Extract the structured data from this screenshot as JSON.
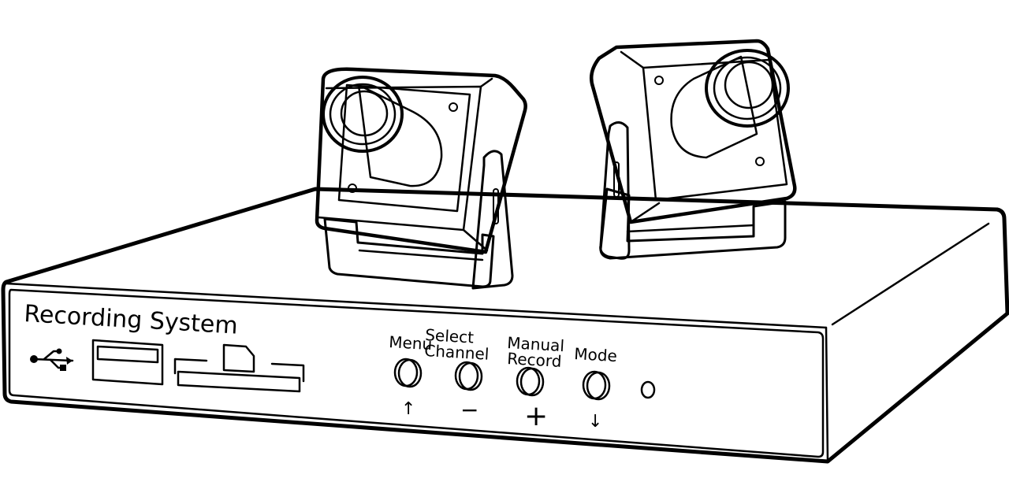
{
  "device": {
    "title": "Recording System",
    "usb_icon": "usb-icon",
    "buttons": [
      {
        "id": "menu",
        "label_lines": [
          "Menu"
        ],
        "symbol": "↑"
      },
      {
        "id": "select-channel",
        "label_lines": [
          "Select",
          "Channel"
        ],
        "symbol": "−"
      },
      {
        "id": "manual-record",
        "label_lines": [
          "Manual",
          "Record"
        ],
        "symbol": "+"
      },
      {
        "id": "mode",
        "label_lines": [
          "Mode"
        ],
        "symbol": "↓"
      }
    ],
    "indicator": "status-led"
  },
  "cameras": [
    "camera-left",
    "camera-right"
  ],
  "colors": {
    "line": "#000000",
    "fill": "#ffffff"
  }
}
